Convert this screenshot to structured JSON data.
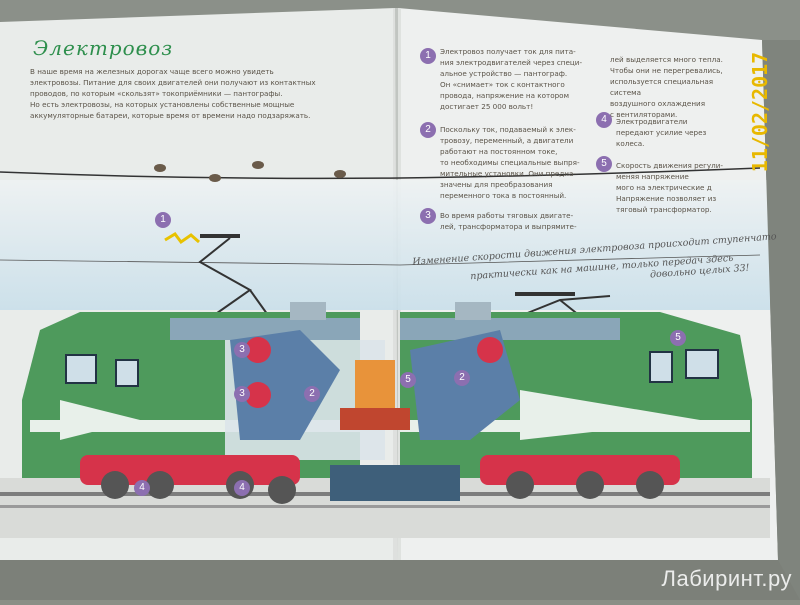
{
  "page": {
    "title": "Электровоз",
    "intro": [
      "В наше время на железных дорогах чаще всего можно увидеть",
      "электровозы. Питание для своих двигателей они получают из контактных",
      "проводов, по которым «скользят» токоприёмники — пантографы.",
      "Но есть электровозы, на которых установлены собственные мощные",
      "аккумуляторные батареи, которые время от времени надо подзаряжать."
    ],
    "notes": [
      {
        "num": "1",
        "lines": [
          "Электровоз получает ток для пита-",
          "ния электродвигателей через специ-",
          "альное устройство — пантограф.",
          "Он «снимает» ток с контактного",
          "провода, напряжение на котором",
          "достигает 25 000 вольт!"
        ]
      },
      {
        "num": "2",
        "lines": [
          "Поскольку ток, подаваемый к элек-",
          "тровозу, переменный, а двигатели",
          "работают на постоянном токе,",
          "то необходимы специальные выпря-",
          "мительные установки. Они предна-",
          "значены для преобразования",
          "переменного тока в постоянный."
        ]
      },
      {
        "num": "3",
        "lines": [
          "Во время работы тяговых двигате-",
          "лей, трансформатора и выпрямите-"
        ]
      }
    ],
    "right_notes": [
      {
        "num": "",
        "lines": [
          "лей выделяется много тепла.",
          "Чтобы они не перегревались,",
          "используется специальная система",
          "воздушного охлаждения",
          "с вентиляторами."
        ]
      },
      {
        "num": "4",
        "lines": [
          "Электродвигатели",
          "передают усилие через",
          "колеса."
        ]
      },
      {
        "num": "5",
        "lines": [
          "Скорость движения регули-",
          "меняя напряжение",
          "мого на электрические д",
          "Напряжение позволяет из",
          "тяговый трансформатор."
        ]
      }
    ],
    "handwritten": [
      "Изменение скорости движения электровоза происходит ступенчато",
      "практически как на машине, только передач здесь",
      "довольно целых 33!"
    ],
    "date_stamp": "11/02/2017",
    "watermark": "Лабиринт.ру",
    "callouts": [
      "1",
      "2",
      "3",
      "3",
      "2",
      "4",
      "4",
      "5",
      "2",
      "5"
    ],
    "colors": {
      "loco_green": "#4e9a5c",
      "loco_dark": "#3a6e45",
      "machinery_blue": "#5b7fa8",
      "wheel_red": "#d6334a",
      "callout_purple": "#8c6fb0",
      "page_paper": "#eef1f0",
      "sky": "#cfe4ef"
    }
  }
}
